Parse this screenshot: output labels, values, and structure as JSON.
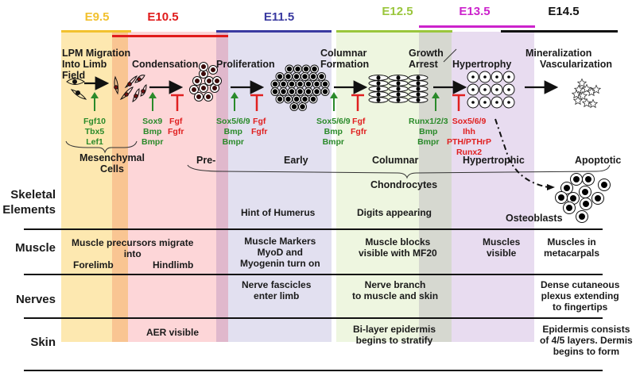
{
  "stages": [
    {
      "label": "E9.5",
      "color": "#f2c12e",
      "band": "#fde8b0"
    },
    {
      "label": "E10.5",
      "color": "#e01b1b",
      "band": "#fdd6d8"
    },
    {
      "label": "E11.5",
      "color": "#3a3aa0",
      "band": "#e2e0f0"
    },
    {
      "label": "E12.5",
      "color": "#9ac63c",
      "band": "#eef6e0"
    },
    {
      "label": "E13.5",
      "color": "#cc22cc",
      "band": "#e8dcf0"
    },
    {
      "label": "E14.5",
      "color": "#111111",
      "band": "#ffffff"
    }
  ],
  "overlap_colors": {
    "e9_e10": "#f9c592",
    "e10_e11": "#e0b8cc",
    "e12_e13": "#d6d8d0"
  },
  "processes": [
    "LPM Migration Into Limb Field",
    "Condensation",
    "Proliferation",
    "Columnar Formation",
    "Growth Arrest",
    "Hypertrophy",
    "Mineralization",
    "Vascularization"
  ],
  "process_lines": {
    "lpm": [
      "LPM Migration",
      "Into Limb",
      "Field"
    ],
    "columnar": [
      "Columnar",
      "Formation"
    ],
    "growth": [
      "Growth",
      "Arrest"
    ]
  },
  "regulators": {
    "g1": {
      "activators": [
        "Fgf10",
        "Tbx5",
        "Lef1"
      ],
      "inhibitors": []
    },
    "g2": {
      "activators": [
        "Sox9",
        "Bmp",
        "Bmpr"
      ],
      "inhibitors": [
        "Fgf",
        "Fgfr"
      ]
    },
    "g3": {
      "activators": [
        "Sox5/6/9",
        "Bmp",
        "Bmpr"
      ],
      "inhibitors": [
        "Fgf",
        "Fgfr"
      ]
    },
    "g4": {
      "activators": [
        "Sox5/6/9",
        "Bmp",
        "Bmpr"
      ],
      "inhibitors": [
        "Fgf",
        "Fgfr"
      ]
    },
    "g5": {
      "activators": [
        "Runx1/2/3",
        "Bmp",
        "Bmpr"
      ],
      "inhibitors": [
        "Sox5/6/9",
        "Ihh",
        "PTH/PTHrP",
        "Runx2"
      ]
    }
  },
  "cell_types": {
    "mesenchymal": [
      "Mesenchymal",
      "Cells"
    ],
    "chondro_stages": [
      "Pre-",
      "Early",
      "Columnar",
      "Hypertrophic",
      "Apoptotic"
    ],
    "chondrocytes": "Chondrocytes",
    "osteoblasts": "Osteoblasts"
  },
  "rows": {
    "skeletal": {
      "label": [
        "Skeletal",
        "Elements"
      ],
      "cells": {
        "e11": "Hint of Humerus",
        "e12": "Digits appearing"
      }
    },
    "muscle": {
      "label": "Muscle",
      "cells": {
        "early": [
          "Muscle precursors migrate",
          "into"
        ],
        "forelimb": "Forelimb",
        "hindlimb": "Hindlimb",
        "e11": [
          "Muscle Markers",
          "MyoD and",
          "Myogenin turn on"
        ],
        "e12": [
          "Muscle blocks",
          "visible with MF20"
        ],
        "e13": [
          "Muscles",
          "visible"
        ],
        "e14": [
          "Muscles in",
          "metacarpals"
        ]
      }
    },
    "nerves": {
      "label": "Nerves",
      "cells": {
        "e11": [
          "Nerve fascicles",
          "enter limb"
        ],
        "e12": [
          "Nerve branch",
          "to muscle and skin"
        ],
        "e14": [
          "Dense cutaneous",
          "plexus extending",
          "to fingertips"
        ]
      }
    },
    "skin": {
      "label": "Skin",
      "cells": {
        "e10": "AER visible",
        "e12": [
          "Bi-layer epidermis",
          "begins to stratify"
        ],
        "e14": [
          "Epidermis consists",
          "of 4/5 layers. Dermis",
          "begins to form"
        ]
      }
    }
  }
}
